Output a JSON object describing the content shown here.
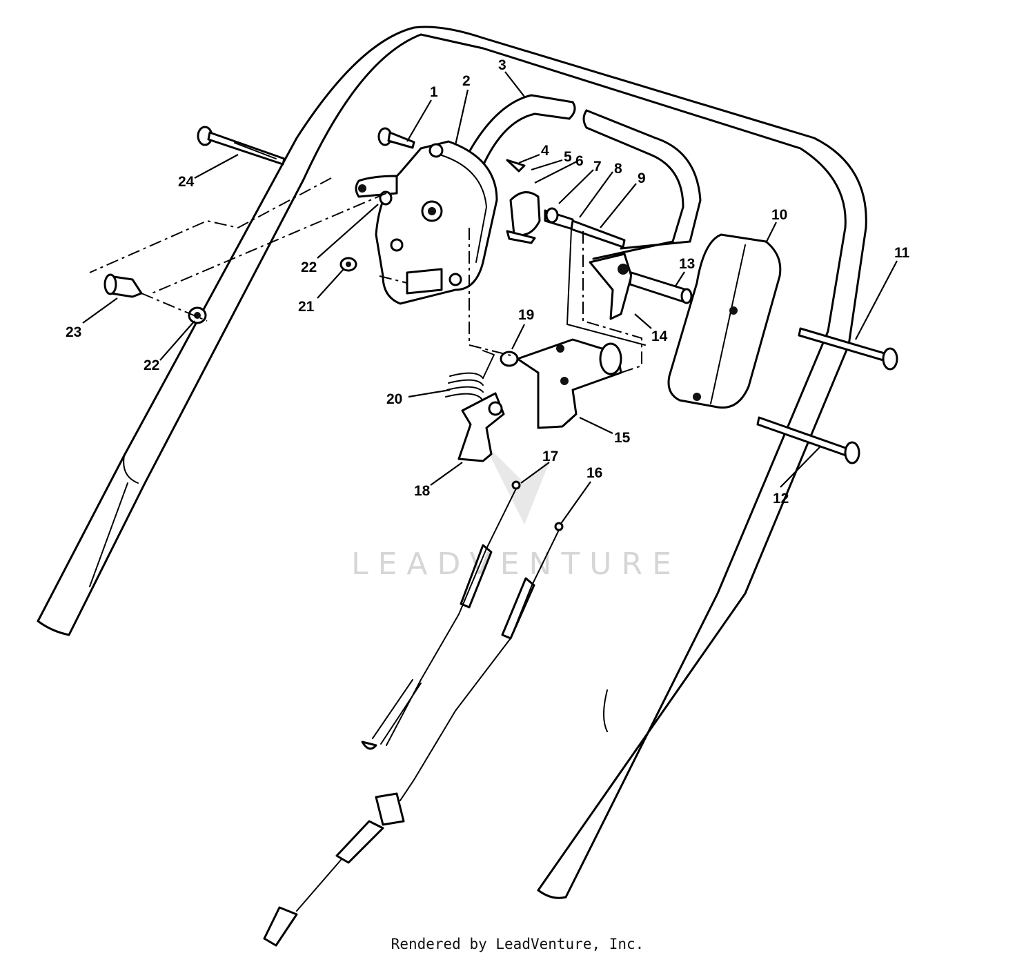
{
  "callouts": [
    {
      "id": "1",
      "label": "1"
    },
    {
      "id": "2",
      "label": "2"
    },
    {
      "id": "3",
      "label": "3"
    },
    {
      "id": "4",
      "label": "4"
    },
    {
      "id": "5",
      "label": "5"
    },
    {
      "id": "6",
      "label": "6"
    },
    {
      "id": "7",
      "label": "7"
    },
    {
      "id": "8",
      "label": "8"
    },
    {
      "id": "9",
      "label": "9"
    },
    {
      "id": "10",
      "label": "10"
    },
    {
      "id": "11",
      "label": "11"
    },
    {
      "id": "12",
      "label": "12"
    },
    {
      "id": "13",
      "label": "13"
    },
    {
      "id": "14",
      "label": "14"
    },
    {
      "id": "15",
      "label": "15"
    },
    {
      "id": "16",
      "label": "16"
    },
    {
      "id": "17",
      "label": "17"
    },
    {
      "id": "18",
      "label": "18"
    },
    {
      "id": "19",
      "label": "19"
    },
    {
      "id": "20",
      "label": "20"
    },
    {
      "id": "21",
      "label": "21"
    },
    {
      "id": "22a",
      "label": "22"
    },
    {
      "id": "22b",
      "label": "22"
    },
    {
      "id": "23",
      "label": "23"
    },
    {
      "id": "24",
      "label": "24"
    }
  ],
  "watermark": "LEADVENTURE",
  "footer": "Rendered by LeadVenture, Inc."
}
